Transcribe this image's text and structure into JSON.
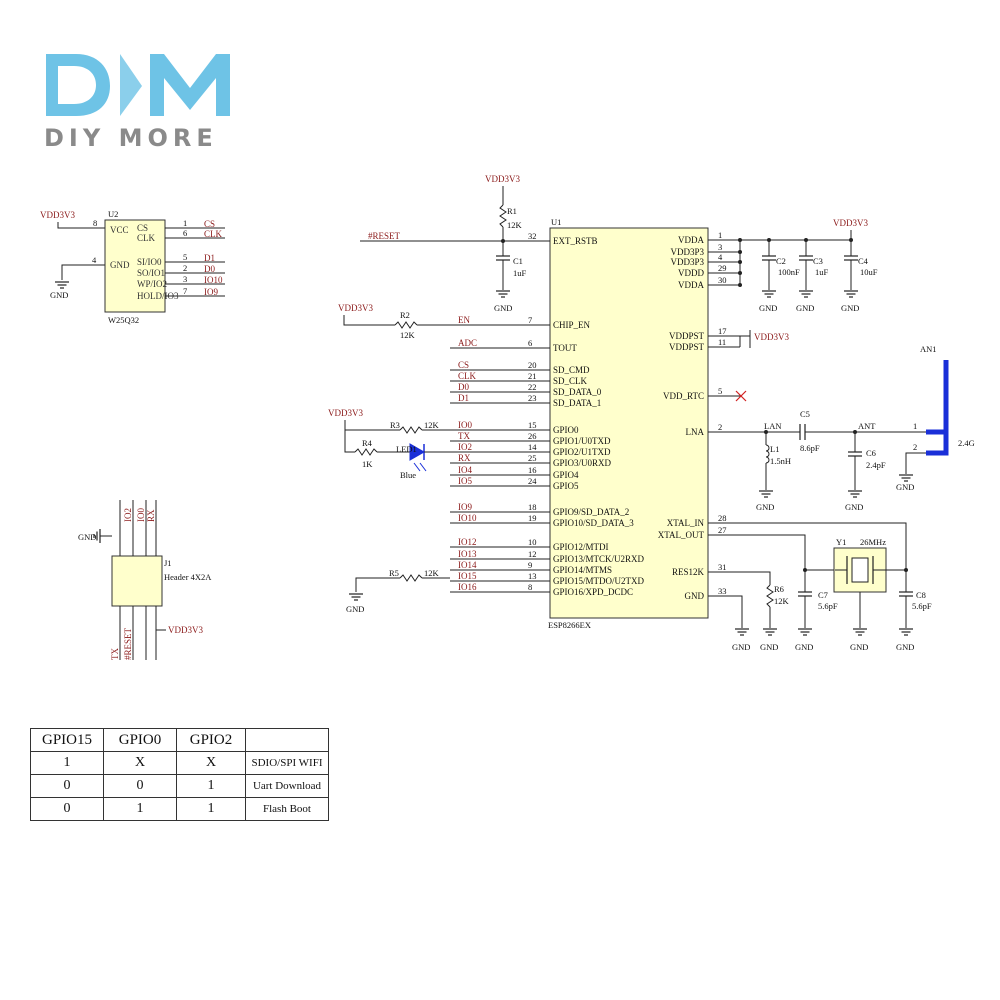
{
  "brand": {
    "logo_text": "DIY MORE",
    "colors": {
      "logo": "#6ec3e6",
      "text": "#8a8a8a"
    }
  },
  "power": {
    "vdd": "VDD3V3",
    "gnd": "GND"
  },
  "flash": {
    "ref": "U2",
    "part": "W25Q32",
    "left_pins": [
      {
        "num": "8",
        "name": "VCC"
      },
      {
        "num": "4",
        "name": "GND"
      }
    ],
    "inner_right": [
      "CS",
      "CLK",
      "SI/IO0",
      "SO/IO1",
      "WP/IO2",
      "HOLD/IO3"
    ],
    "pin_nums": [
      "1",
      "6",
      "5",
      "2",
      "3",
      "7"
    ],
    "nets": [
      "CS",
      "CLK",
      "D1",
      "D0",
      "IO10",
      "IO9"
    ]
  },
  "header": {
    "ref": "J1",
    "part": "Header 4X2A",
    "top_nets": [
      "IO2",
      "IO0",
      "RX"
    ],
    "bottom_nets": [
      "TX",
      "#RESET"
    ]
  },
  "mcu": {
    "ref": "U1",
    "part": "ESP8266EX",
    "left_pins": [
      {
        "num": "32",
        "name": "EXT_RSTB",
        "net": "#RESET"
      },
      {
        "num": "7",
        "name": "CHIP_EN",
        "net": "EN"
      },
      {
        "num": "6",
        "name": "TOUT",
        "net": "ADC"
      },
      {
        "num": "20",
        "name": "SD_CMD",
        "net": "CS"
      },
      {
        "num": "21",
        "name": "SD_CLK",
        "net": "CLK"
      },
      {
        "num": "22",
        "name": "SD_DATA_0",
        "net": "D0"
      },
      {
        "num": "23",
        "name": "SD_DATA_1",
        "net": "D1"
      },
      {
        "num": "15",
        "name": "GPIO0",
        "net": "IO0"
      },
      {
        "num": "26",
        "name": "GPIO1/U0TXD",
        "net": "TX"
      },
      {
        "num": "14",
        "name": "GPIO2/U1TXD",
        "net": "IO2"
      },
      {
        "num": "25",
        "name": "GPIO3/U0RXD",
        "net": "RX"
      },
      {
        "num": "16",
        "name": "GPIO4",
        "net": "IO4"
      },
      {
        "num": "24",
        "name": "GPIO5",
        "net": "IO5"
      },
      {
        "num": "18",
        "name": "GPIO9/SD_DATA_2",
        "net": "IO9"
      },
      {
        "num": "19",
        "name": "GPIO10/SD_DATA_3",
        "net": "IO10"
      },
      {
        "num": "10",
        "name": "GPIO12/MTDI",
        "net": "IO12"
      },
      {
        "num": "12",
        "name": "GPIO13/MTCK/U2RXD",
        "net": "IO13"
      },
      {
        "num": "9",
        "name": "GPIO14/MTMS",
        "net": "IO14"
      },
      {
        "num": "13",
        "name": "GPIO15/MTDO/U2TXD",
        "net": "IO15"
      },
      {
        "num": "8",
        "name": "GPIO16/XPD_DCDC",
        "net": "IO16"
      }
    ],
    "right_pins": [
      {
        "num": "1",
        "name": "VDDA"
      },
      {
        "num": "3",
        "name": "VDD3P3"
      },
      {
        "num": "4",
        "name": "VDD3P3"
      },
      {
        "num": "29",
        "name": "VDDD"
      },
      {
        "num": "30",
        "name": "VDDA"
      },
      {
        "num": "17",
        "name": "VDDPST"
      },
      {
        "num": "11",
        "name": "VDDPST"
      },
      {
        "num": "5",
        "name": "VDD_RTC"
      },
      {
        "num": "2",
        "name": "LNA"
      },
      {
        "num": "28",
        "name": "XTAL_IN"
      },
      {
        "num": "27",
        "name": "XTAL_OUT"
      },
      {
        "num": "31",
        "name": "RES12K"
      },
      {
        "num": "33",
        "name": "GND"
      }
    ]
  },
  "parts": {
    "r1": {
      "ref": "R1",
      "value": "12K"
    },
    "r2": {
      "ref": "R2",
      "value": "12K"
    },
    "r3": {
      "ref": "R3",
      "value": "12K"
    },
    "r4": {
      "ref": "R4",
      "value": "1K"
    },
    "r5": {
      "ref": "R5",
      "value": "12K"
    },
    "r6": {
      "ref": "R6",
      "value": "12K"
    },
    "led": {
      "ref": "LED1",
      "value": "Blue"
    },
    "c1": {
      "ref": "C1",
      "value": "1uF"
    },
    "c2": {
      "ref": "C2",
      "value": "100nF"
    },
    "c3": {
      "ref": "C3",
      "value": "1uF"
    },
    "c4": {
      "ref": "C4",
      "value": "10uF"
    },
    "c5": {
      "ref": "C5",
      "value": "8.6pF"
    },
    "c6": {
      "ref": "C6",
      "value": "2.4pF"
    },
    "c7": {
      "ref": "C7",
      "value": "5.6pF"
    },
    "c8": {
      "ref": "C8",
      "value": "5.6pF"
    },
    "l1": {
      "ref": "L1",
      "value": "1.5nH"
    },
    "y1": {
      "ref": "Y1",
      "value": "26MHz"
    },
    "ant": {
      "ref": "AN1",
      "value": "2.4G",
      "pin1": "1",
      "pin2": "2"
    }
  },
  "rf_nets": {
    "lan": "LAN",
    "ant": "ANT"
  },
  "boot_table": {
    "headers": [
      "GPIO15",
      "GPIO0",
      "GPIO2",
      ""
    ],
    "rows": [
      [
        "1",
        "X",
        "X",
        "SDIO/SPI WIFI"
      ],
      [
        "0",
        "0",
        "1",
        "Uart Download"
      ],
      [
        "0",
        "1",
        "1",
        "Flash Boot"
      ]
    ]
  }
}
